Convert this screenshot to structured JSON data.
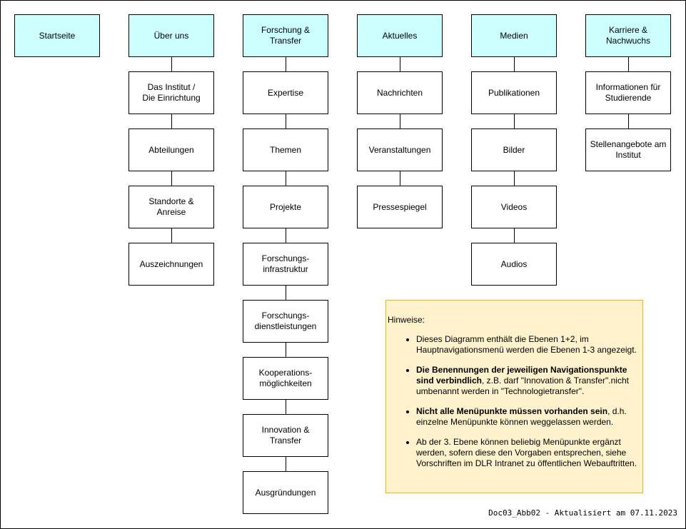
{
  "columns": [
    {
      "top": "Startseite",
      "items": []
    },
    {
      "top": "Über uns",
      "items": [
        "Das Institut /\nDie Einrichtung",
        "Abteilungen",
        "Standorte &\nAnreise",
        "Auszeichnungen"
      ]
    },
    {
      "top": "Forschung &\nTransfer",
      "items": [
        "Expertise",
        "Themen",
        "Projekte",
        "Forschungs-\ninfrastruktur",
        "Forschungs-\ndienstleistungen",
        "Kooperations-\nmöglichkeiten",
        "Innovation & Transfer",
        "Ausgründungen"
      ]
    },
    {
      "top": "Aktuelles",
      "items": [
        "Nachrichten",
        "Veranstaltungen",
        "Pressespiegel"
      ]
    },
    {
      "top": "Medien",
      "items": [
        "Publikationen",
        "Bilder",
        "Videos",
        "Audios"
      ]
    },
    {
      "top": "Karriere &\nNachwuchs",
      "items": [
        "Informationen für\nStudierende",
        "Stellenangebote am\nInstitut"
      ]
    }
  ],
  "notes": {
    "title": "Hinweise:",
    "bullets": [
      {
        "bold": "",
        "text": "Dieses Diagramm enthält die Ebenen 1+2, im Hauptnavigationsmenü werden die Ebenen 1-3 angezeigt."
      },
      {
        "bold": "Die Benennungen der jeweiligen Navigationspunkte sind verbindlich",
        "text": ", z.B. darf \"Innovation & Transfer\".nicht umbenannt werden in \"Technologietransfer\"."
      },
      {
        "bold": "Nicht alle Menüpunkte müssen vorhanden sein",
        "text": ", d.h. einzelne Menüpunkte können weggelassen werden."
      },
      {
        "bold": "",
        "text": "Ab der 3. Ebene können beliebig Menüpunkte ergänzt werden, sofern diese den Vorgaben entsprechen, siehe Vorschriften im DLR Intranet zu öffentlichen Webauftritten."
      }
    ]
  },
  "colors": {
    "top_fill": "#ccffff",
    "note_fill": "#fff2cc",
    "note_border": "#d6b656"
  },
  "footer": "Doc03_Abb02 - Aktualisiert am 07.11.2023"
}
